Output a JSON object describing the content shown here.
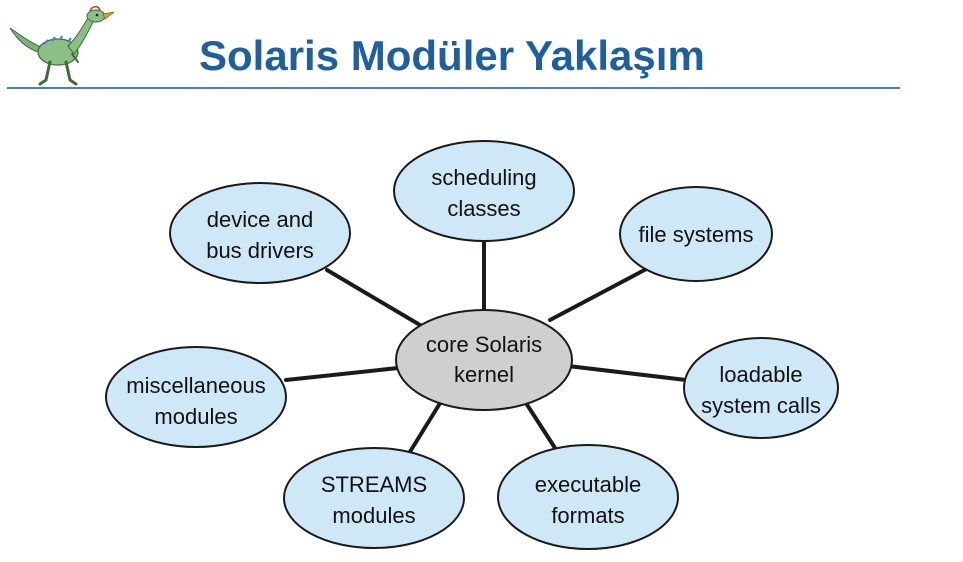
{
  "slide": {
    "title": "Solaris Modüler Yaklaşım",
    "logo_icon": "dinosaur-logo-icon"
  },
  "colors": {
    "title": "#1f5fa0",
    "rule": "#4a80b8",
    "module_fill": "#cfe8f8",
    "core_fill": "#cfcfcf",
    "stroke": "#1a1a1a"
  },
  "diagram": {
    "core": {
      "line1": "core Solaris",
      "line2": "kernel"
    },
    "modules": [
      {
        "id": "scheduling-classes",
        "line1": "scheduling",
        "line2": "classes"
      },
      {
        "id": "file-systems",
        "line1": "file systems",
        "line2": ""
      },
      {
        "id": "loadable-system-calls",
        "line1": "loadable",
        "line2": "system calls"
      },
      {
        "id": "executable-formats",
        "line1": "executable",
        "line2": "formats"
      },
      {
        "id": "streams-modules",
        "line1": "STREAMS",
        "line2": "modules"
      },
      {
        "id": "miscellaneous-modules",
        "line1": "miscellaneous",
        "line2": "modules"
      },
      {
        "id": "device-and-bus-drivers",
        "line1": "device and",
        "line2": "bus drivers"
      }
    ]
  }
}
